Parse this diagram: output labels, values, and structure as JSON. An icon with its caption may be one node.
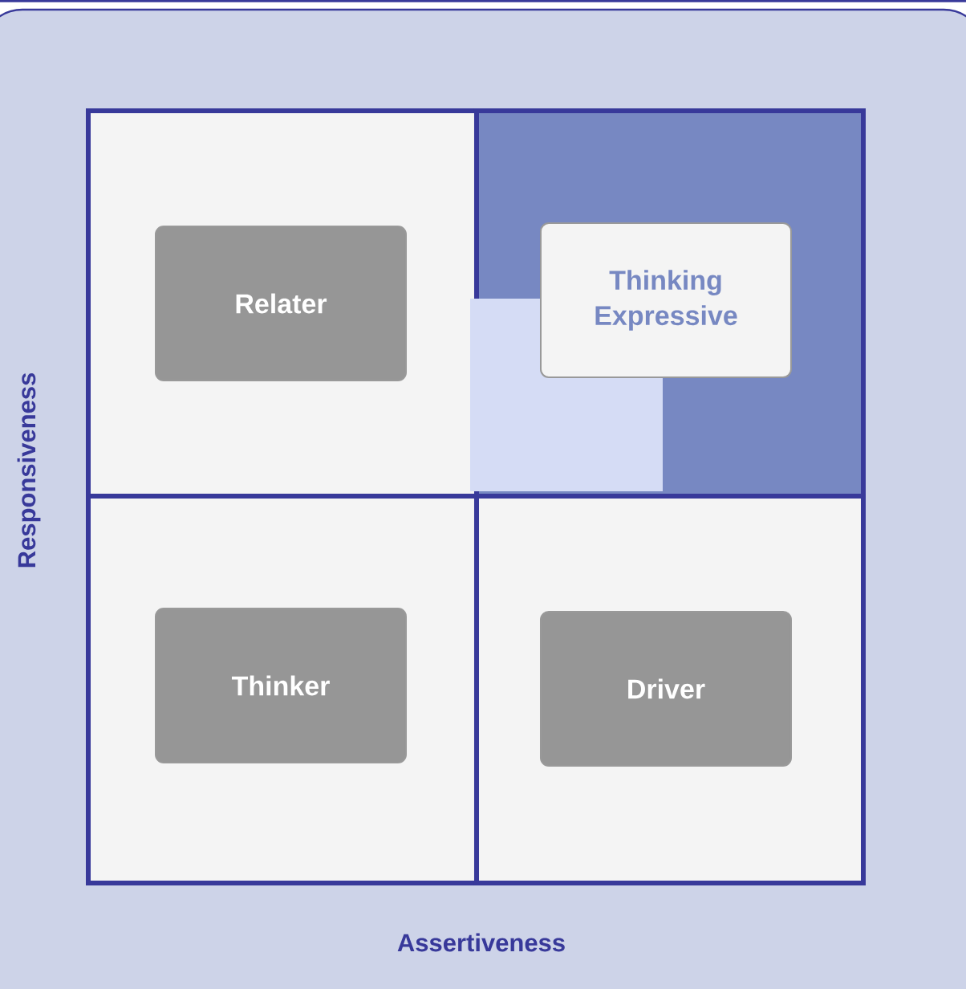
{
  "diagram": {
    "nodes": [
      {
        "text": [],
        "shape": "box"
      },
      {
        "text": [
          "Relater"
        ],
        "in": 0
      },
      {
        "text": [],
        "shape": "box"
      },
      {
        "text": [
          "Thinking Expressive"
        ],
        "in": 2
      },
      {
        "text": [],
        "shape": "box"
      },
      {
        "text": [
          "Thinker"
        ],
        "in": 4
      },
      {
        "text": [],
        "shape": "box"
      },
      {
        "text": [
          "Driver"
        ],
        "in": 6
      }
    ],
    "labels": [
      "Responsiveness",
      "Assertiveness"
    ]
  }
}
